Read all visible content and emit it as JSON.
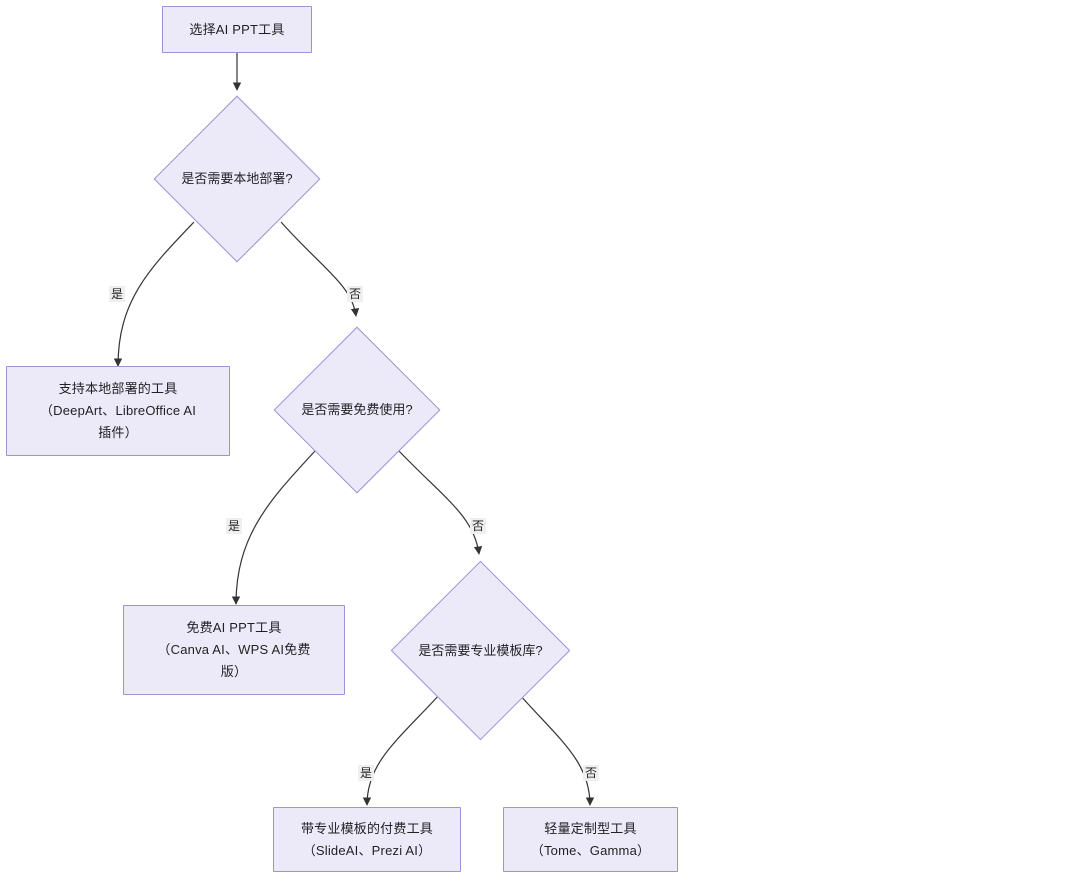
{
  "diagram": {
    "type": "flowchart",
    "title": "选择AI PPT工具",
    "orientation": "top-down",
    "colors": {
      "node_fill": "#ECEAF8",
      "node_border": "#9D93D4",
      "edge_stroke": "#333333",
      "edge_label_background": "#EFEFEF",
      "text": "#1f2023",
      "canvas_background": "#ffffff"
    },
    "nodes": [
      {
        "id": "start",
        "shape": "rect",
        "label": "选择AI PPT工具"
      },
      {
        "id": "q_local",
        "shape": "diamond",
        "label": "是否需要本地部署?"
      },
      {
        "id": "local_tools",
        "shape": "rect",
        "label": "支持本地部署的工具\n（DeepArt、LibreOffice AI\n插件）"
      },
      {
        "id": "q_free",
        "shape": "diamond",
        "label": "是否需要免费使用?"
      },
      {
        "id": "free_tools",
        "shape": "rect",
        "label": "免费AI PPT工具\n（Canva AI、WPS AI免费\n版）"
      },
      {
        "id": "q_template",
        "shape": "diamond",
        "label": "是否需要专业模板库?"
      },
      {
        "id": "paid_template_tools",
        "shape": "rect",
        "label": "带专业模板的付费工具\n（SlideAI、Prezi AI）"
      },
      {
        "id": "light_tools",
        "shape": "rect",
        "label": "轻量定制型工具\n（Tome、Gamma）"
      }
    ],
    "edges": [
      {
        "id": "e_start_qlocal",
        "from": "start",
        "to": "q_local",
        "label": ""
      },
      {
        "id": "e_qlocal_yes",
        "from": "q_local",
        "to": "local_tools",
        "label": "是"
      },
      {
        "id": "e_qlocal_no",
        "from": "q_local",
        "to": "q_free",
        "label": "否"
      },
      {
        "id": "e_qfree_yes",
        "from": "q_free",
        "to": "free_tools",
        "label": "是"
      },
      {
        "id": "e_qfree_no",
        "from": "q_free",
        "to": "q_template",
        "label": "否"
      },
      {
        "id": "e_qtemplate_yes",
        "from": "q_template",
        "to": "paid_template_tools",
        "label": "是"
      },
      {
        "id": "e_qtemplate_no",
        "from": "q_template",
        "to": "light_tools",
        "label": "否"
      }
    ]
  }
}
